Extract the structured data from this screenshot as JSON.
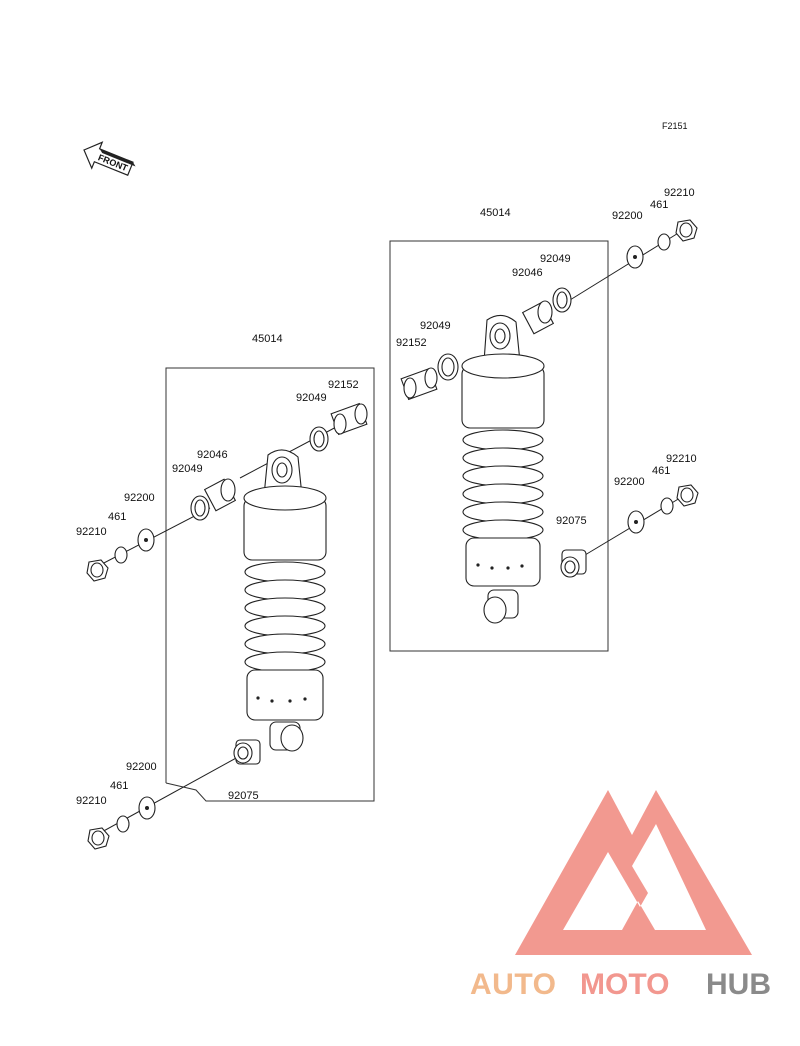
{
  "figure_code": "F2151",
  "front_label": "FRONT",
  "assemblies": [
    {
      "id": "right",
      "assembly": "45014",
      "upper": {
        "cap": "92210",
        "washer_small": "461",
        "washer_big": "92200",
        "bushing": "92049",
        "bearing": "92046",
        "seal": "92049",
        "collar": "92152"
      },
      "lower": {
        "cap": "92210",
        "washer_small": "461",
        "washer_big": "92200",
        "bushing": "92075"
      }
    },
    {
      "id": "left",
      "assembly": "45014",
      "upper": {
        "cap": "92210",
        "washer_small": "461",
        "washer_big": "92200",
        "bushing": "92049",
        "bearing": "92046",
        "seal": "92049",
        "collar": "92152"
      },
      "lower": {
        "cap": "92210",
        "washer_small": "461",
        "washer_big": "92200",
        "bushing": "92075"
      }
    }
  ],
  "watermark": {
    "part1": "AUTO",
    "part2": "MOTO",
    "part3": "HUB",
    "colors": {
      "auto": "#f2b98c",
      "moto": "#f2978f",
      "hub": "#8a8a8a",
      "logo": "#f0877c"
    }
  }
}
